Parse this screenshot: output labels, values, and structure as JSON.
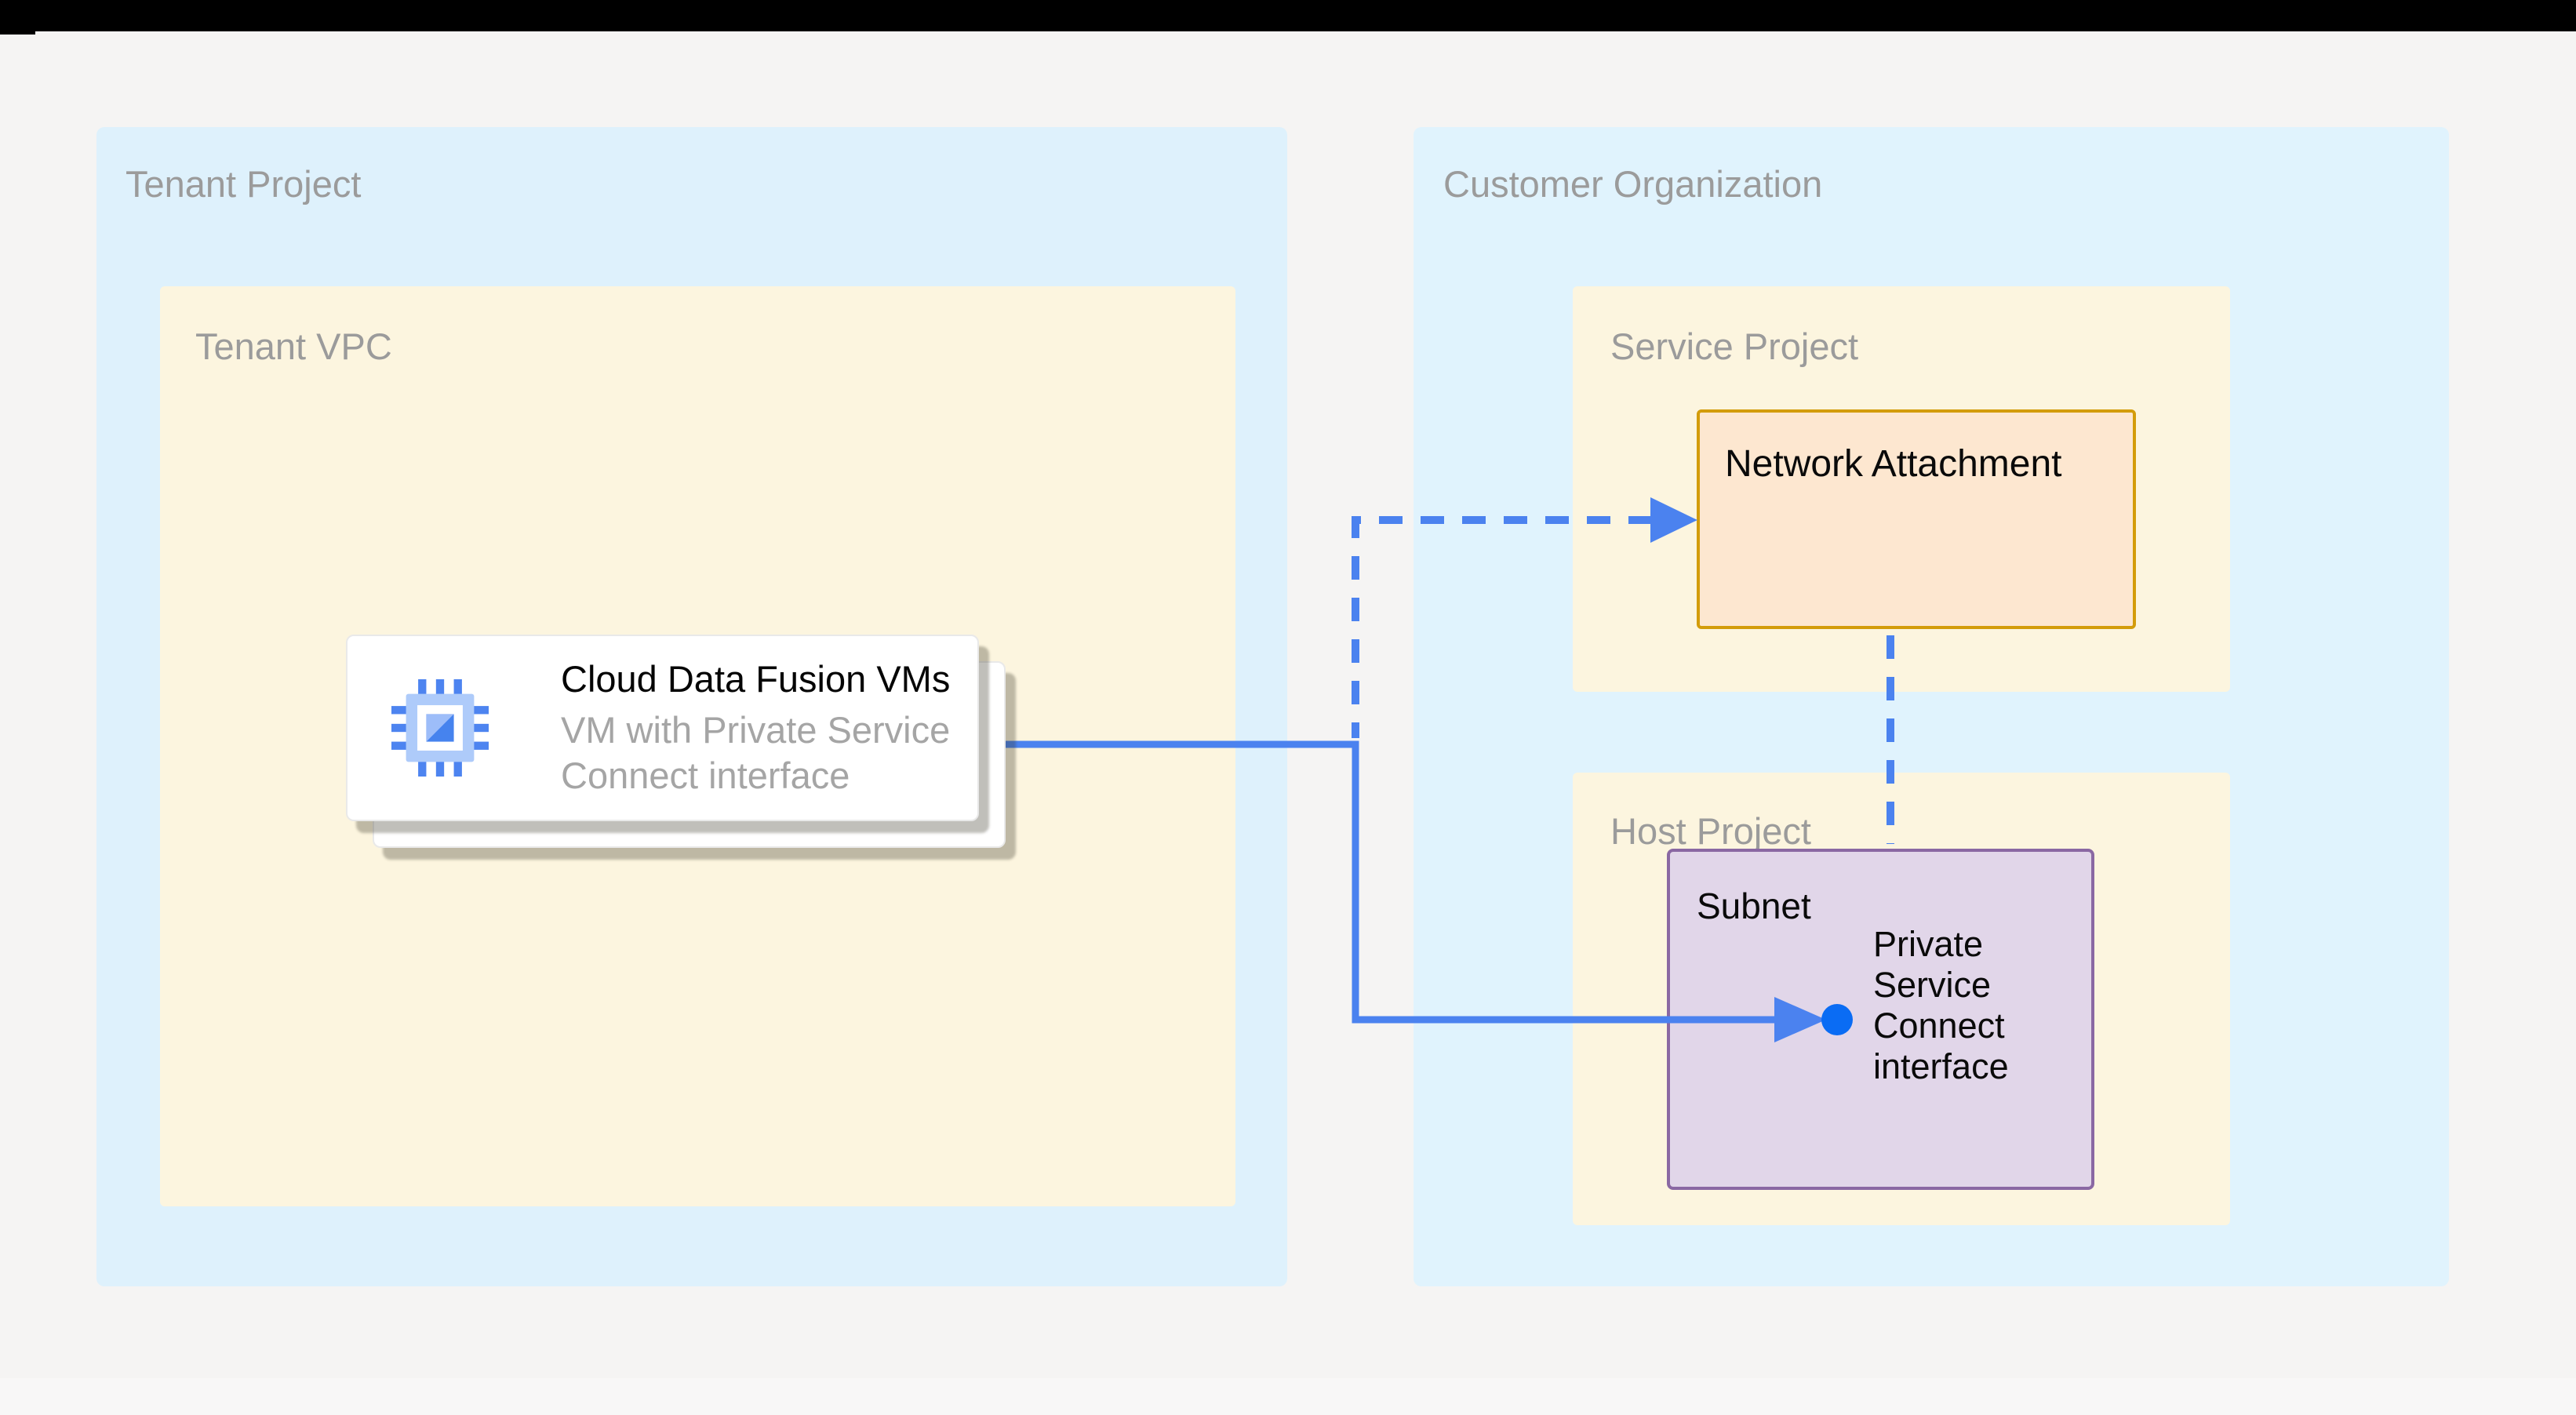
{
  "page": {
    "kind": "architecture-diagram",
    "topic": "Cloud Data Fusion with Private Service Connect interface"
  },
  "containers": {
    "tenant_project": {
      "label": "Tenant Project"
    },
    "tenant_vpc": {
      "label": "Tenant VPC"
    },
    "customer_org": {
      "label": "Customer Organization"
    },
    "service_project": {
      "label": "Service Project"
    },
    "host_project": {
      "label": "Host Project"
    }
  },
  "nodes": {
    "cdf_vms": {
      "title": "Cloud Data Fusion VMs",
      "subtitle": "VM with Private Service Connect interface",
      "icon": "compute-engine-icon",
      "stacked": true
    },
    "network_attachment": {
      "label": "Network Attachment"
    },
    "subnet": {
      "label": "Subnet"
    },
    "psc_interface": {
      "label": "Private Service Connect interface"
    }
  },
  "edges": [
    {
      "from": "cdf_vms",
      "to": "network_attachment",
      "style": "dashed",
      "arrow": true,
      "color": "#4b82ef"
    },
    {
      "from": "cdf_vms",
      "to": "psc_interface",
      "style": "solid",
      "arrow": true,
      "endpoint": "dot",
      "color": "#4b82ef"
    },
    {
      "from": "network_attachment",
      "to": "subnet",
      "style": "dashed",
      "arrow": false,
      "color": "#4b82ef"
    }
  ],
  "colors": {
    "background": "#f5f4f3",
    "topbar": "#000000",
    "project_zone_fill": "#def1fc",
    "vpc_zone_fill": "#fcf5df",
    "network_attachment_fill": "#fde7d0",
    "network_attachment_border": "#d39c0a",
    "subnet_fill": "#e1d6e9",
    "subnet_border": "#8a68a3",
    "connector_blue": "#4b82ef",
    "endpoint_dot_blue": "#0a6cf4",
    "zone_label_gray": "#9b9b9b"
  }
}
